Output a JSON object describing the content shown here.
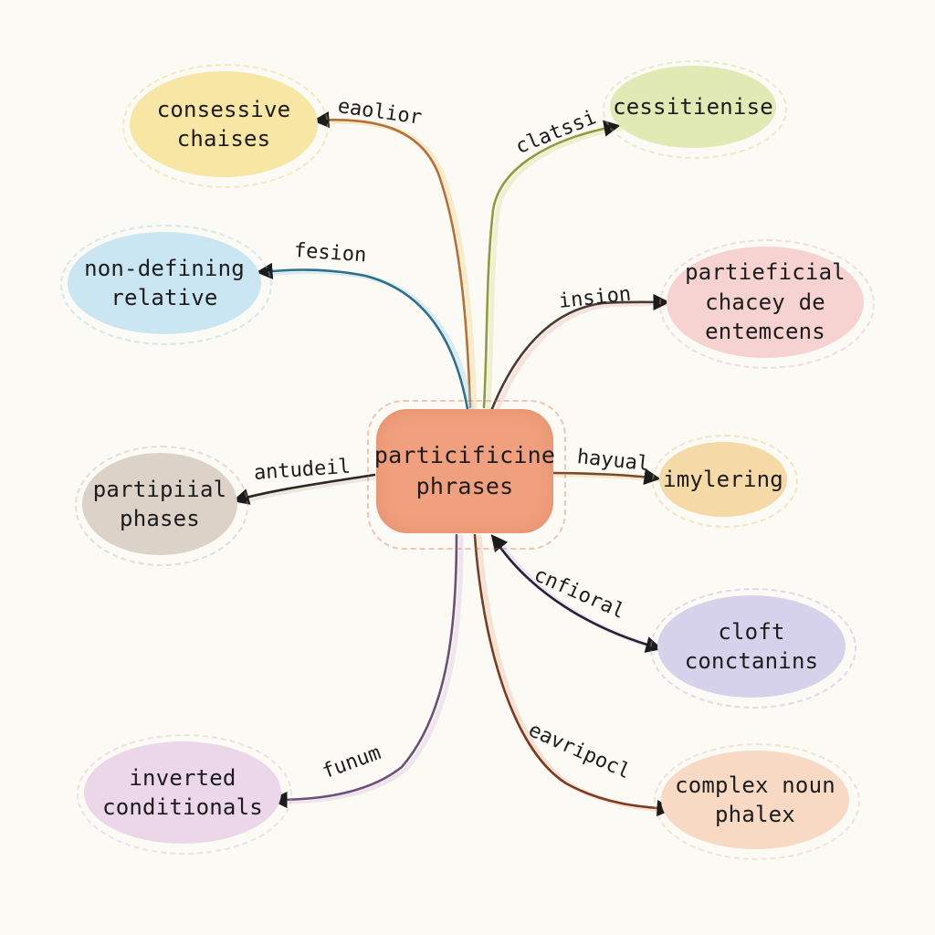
{
  "hub": {
    "label": "particificine\nphrases",
    "color": "#f0a07e"
  },
  "nodes": [
    {
      "id": "n1",
      "name": "node-consessive-chaises",
      "label": "consessive\nchaises",
      "color": "#f7e6a4",
      "halo": "#e8c96a"
    },
    {
      "id": "n2",
      "name": "node-cessitienise",
      "label": "cessitienise",
      "color": "#e1e9b4",
      "halo": "#c7d27d"
    },
    {
      "id": "n3",
      "name": "node-non-defining-relative",
      "label": "non-defining\nrelative",
      "color": "#c9e6f2",
      "halo": "#8fc6de"
    },
    {
      "id": "n4",
      "name": "node-partieficial",
      "label": "partieficial\nchacey de\nentemcens",
      "color": "#f6d3d0",
      "halo": "#e3a8a2"
    },
    {
      "id": "n5",
      "name": "node-partipiial-phases",
      "label": "partipiial\nphases",
      "color": "#dcd2c8",
      "halo": "#b9ab9c"
    },
    {
      "id": "n6",
      "name": "node-imylering",
      "label": "imylering",
      "color": "#f5d9a6",
      "halo": "#e6bd72"
    },
    {
      "id": "n7",
      "name": "node-cloft-conctanins",
      "label": "cloft\nconctanins",
      "color": "#d6d2ec",
      "halo": "#aaa3d6"
    },
    {
      "id": "n8",
      "name": "node-inverted-conditionals",
      "label": "inverted\nconditionals",
      "color": "#ecd7ea",
      "halo": "#d3aed0"
    },
    {
      "id": "n9",
      "name": "node-complex-noun-phalex",
      "label": "complex noun\nphalex",
      "color": "#f7d9c4",
      "halo": "#e5b594"
    }
  ],
  "edges": [
    {
      "to": "n1",
      "label": "eaolior",
      "color": "#b86f35",
      "shadow": "#efd27a"
    },
    {
      "to": "n2",
      "label": "clatssi",
      "color": "#8f9c3d",
      "shadow": "#d6df8e"
    },
    {
      "to": "n3",
      "label": "fesion",
      "color": "#2e6f8f",
      "shadow": "#9fd0e4"
    },
    {
      "to": "n4",
      "label": "insion",
      "color": "#4a3a32",
      "shadow": "#efb8b2"
    },
    {
      "to": "n5",
      "label": "antudeil",
      "color": "#2d2522",
      "shadow": "#cfc4b8"
    },
    {
      "to": "n6",
      "label": "hayual",
      "color": "#7a4a2a",
      "shadow": "#f0c98a"
    },
    {
      "to": "n7",
      "label": "cnfioral",
      "color": "#262235",
      "shadow": "#c9c2ea"
    },
    {
      "to": "n8",
      "label": "funum",
      "color": "#6d4f7a",
      "shadow": "#d9bfe0"
    },
    {
      "to": "n9",
      "label": "eavripocl",
      "color": "#7b3c22",
      "shadow": "#eab59a"
    }
  ]
}
